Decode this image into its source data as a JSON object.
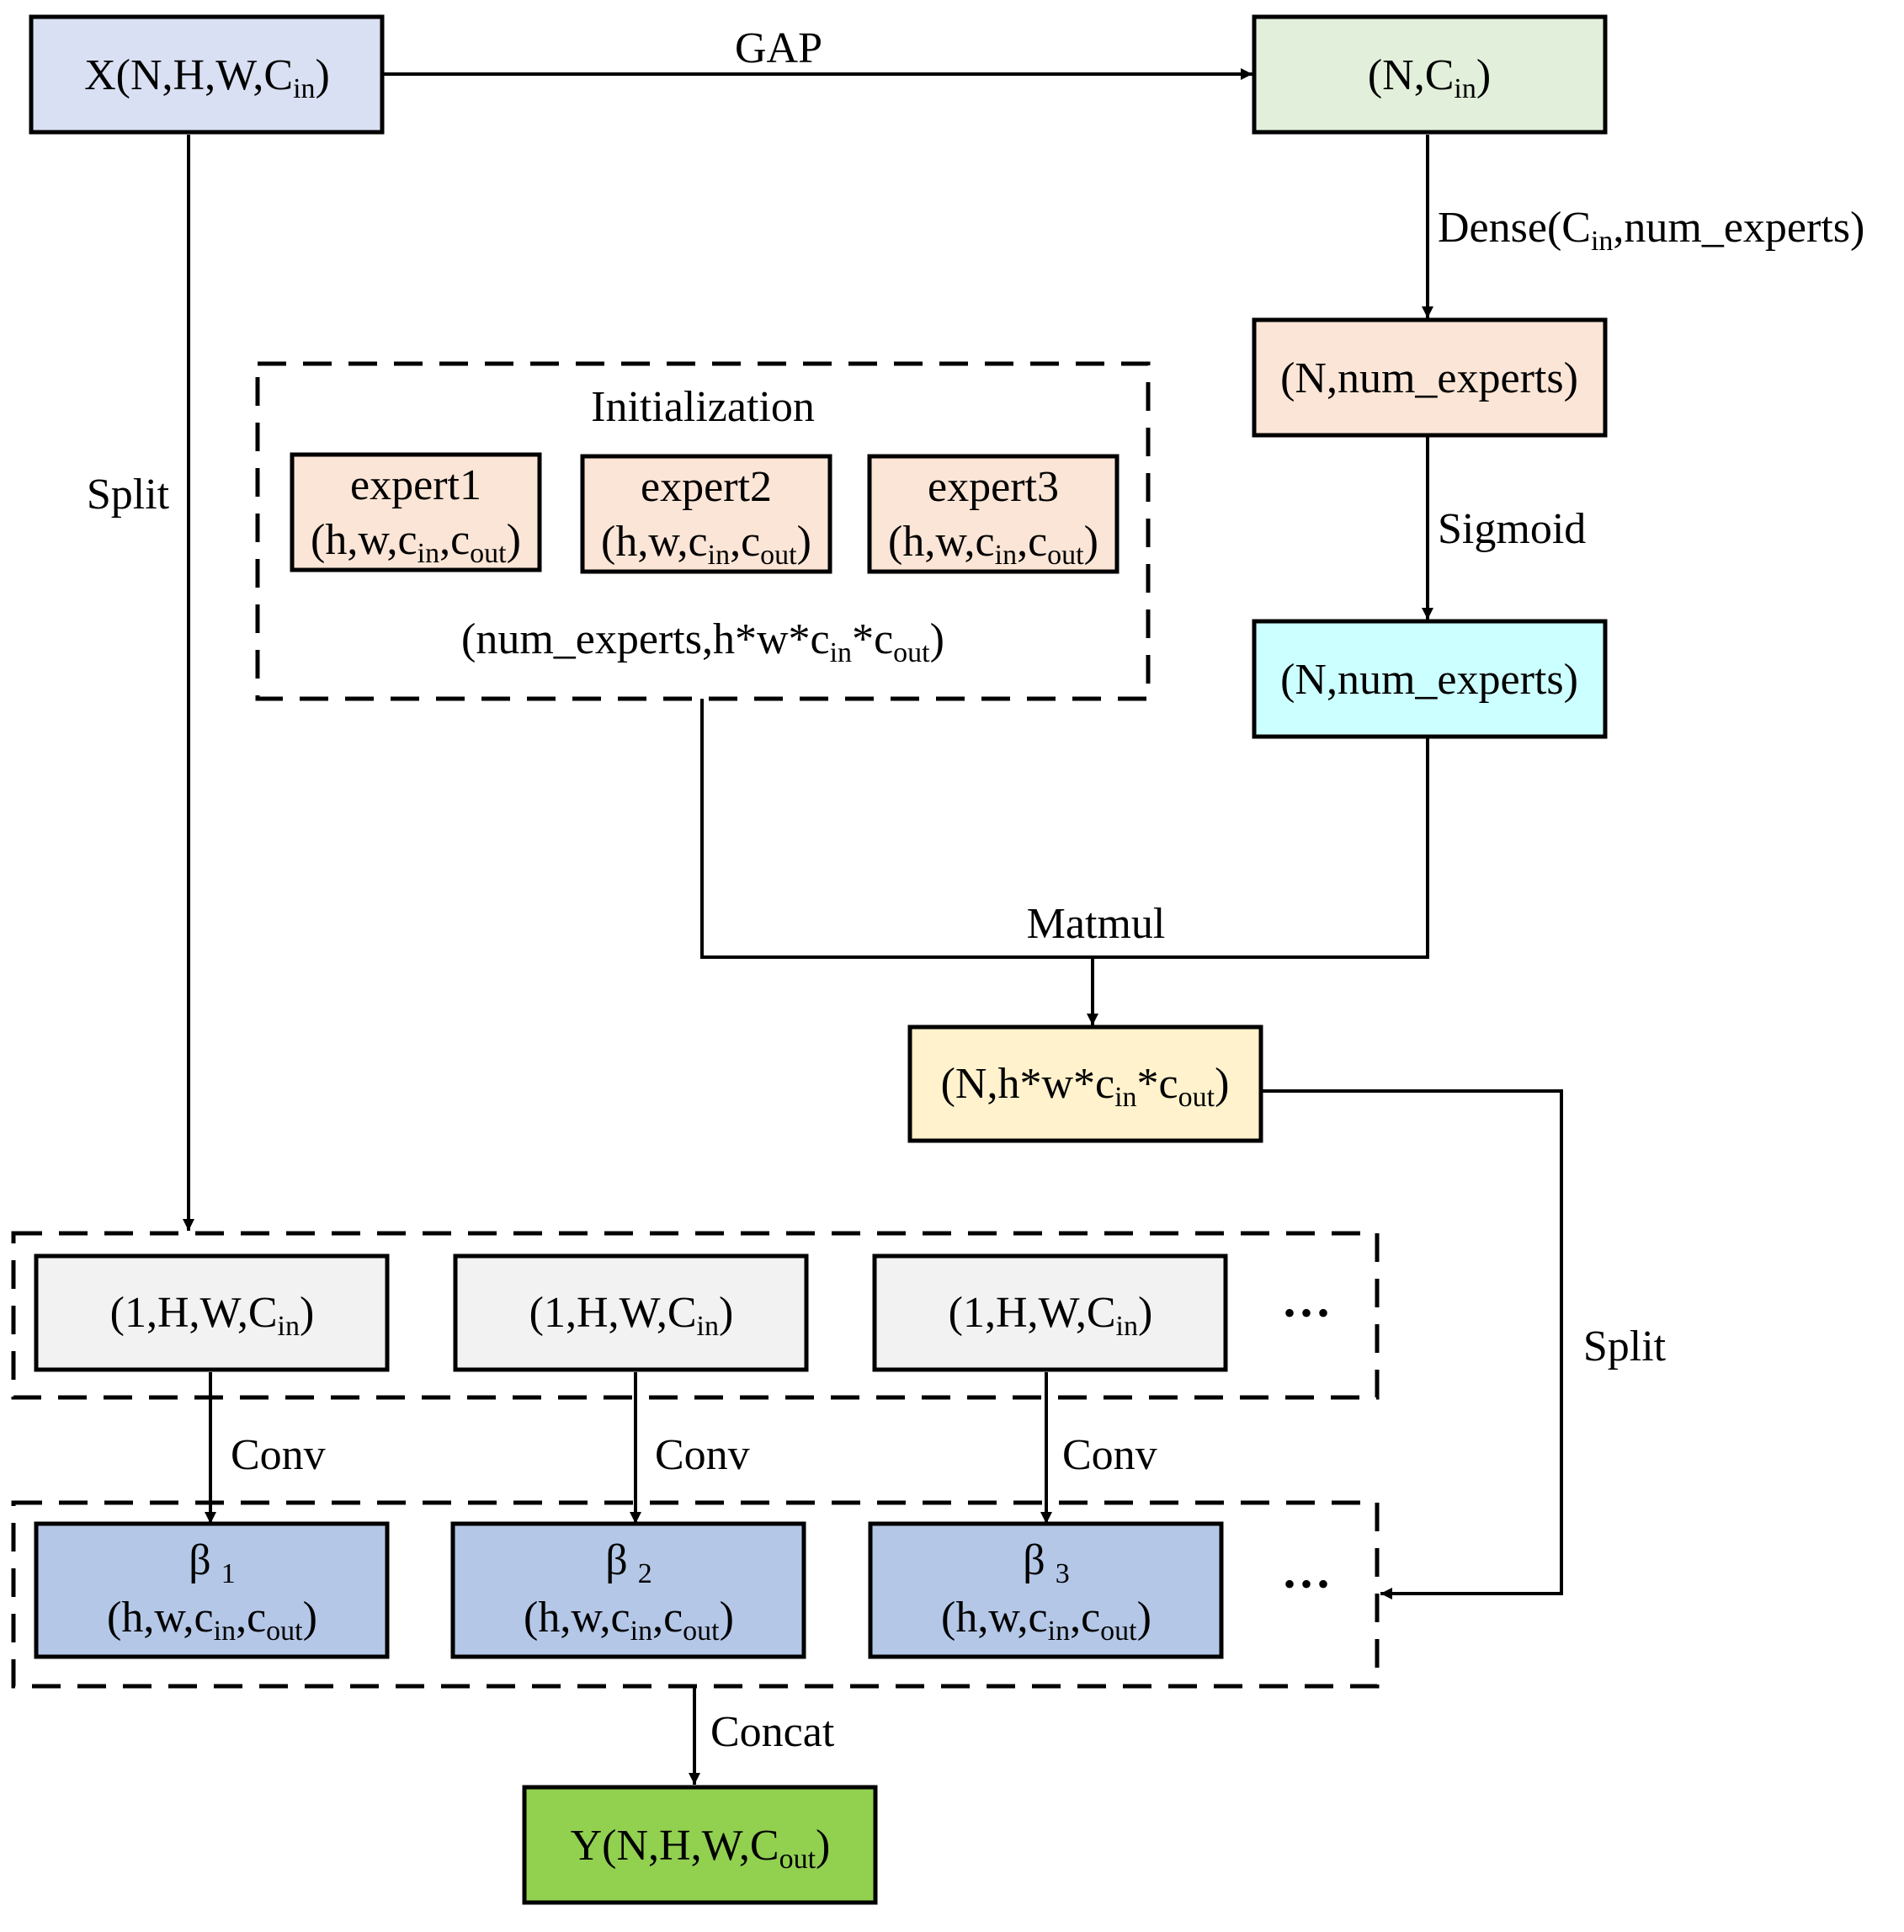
{
  "colors": {
    "x_input": "#dae0f3",
    "gap_out": "#e2efda",
    "dense_out": "#fbe5d6",
    "sigmoid_out": "#ccffff",
    "expert": "#fbe5d6",
    "matmul_out": "#fff2cc",
    "split_part": "#f2f2f2",
    "beta": "#b4c7e7",
    "output": "#92d050"
  },
  "nodes": {
    "x_input": {
      "base": "X(N,H,W,C",
      "sub": "in",
      "tail": ")"
    },
    "gap_out": {
      "base": "(N,C",
      "sub": "in",
      "tail": ")"
    },
    "dense_out": {
      "text": "(N,num_experts)"
    },
    "sigmoid_out": {
      "text": "(N,num_experts)"
    },
    "init_group": {
      "title": "Initialization",
      "shape_base": "(num_experts,h*w*c",
      "shape_sub": "in",
      "shape_mid": "*c",
      "shape_sub2": "out",
      "shape_tail": ")"
    },
    "experts": [
      {
        "name": "expert1",
        "p1": "(h,w,c",
        "s1": "in",
        "p2": ",c",
        "s2": "out",
        "p3": ")"
      },
      {
        "name": "expert2",
        "p1": "(h,w,c",
        "s1": "in",
        "p2": ",c",
        "s2": "out",
        "p3": ")"
      },
      {
        "name": "expert3",
        "p1": "(h,w,c",
        "s1": "in",
        "p2": ",c",
        "s2": "out",
        "p3": ")"
      }
    ],
    "matmul_out": {
      "p1": "(N,h*w*c",
      "s1": "in",
      "p2": "*c",
      "s2": "out",
      "p3": ")"
    },
    "split_parts": [
      {
        "base": "(1,H,W,C",
        "sub": "in",
        "tail": ")"
      },
      {
        "base": "(1,H,W,C",
        "sub": "in",
        "tail": ")"
      },
      {
        "base": "(1,H,W,C",
        "sub": "in",
        "tail": ")"
      }
    ],
    "betas": [
      {
        "sym": "β",
        "idx": "1",
        "p1": "(h,w,c",
        "s1": "in",
        "p2": ",c",
        "s2": "out",
        "p3": ")"
      },
      {
        "sym": "β",
        "idx": "2",
        "p1": "(h,w,c",
        "s1": "in",
        "p2": ",c",
        "s2": "out",
        "p3": ")"
      },
      {
        "sym": "β",
        "idx": "3",
        "p1": "(h,w,c",
        "s1": "in",
        "p2": ",c",
        "s2": "out",
        "p3": ")"
      }
    ],
    "ellipsis_top": "•••",
    "ellipsis_bottom": "•••",
    "output": {
      "base": "Y(N,H,W,C",
      "sub": "out",
      "tail": ")"
    }
  },
  "edges": {
    "gap": "GAP",
    "dense_base": "Dense(C",
    "dense_sub": "in",
    "dense_tail": ",num_experts)",
    "sigmoid": "Sigmoid",
    "split_left": "Split",
    "matmul": "Matmul",
    "split_right": "Split",
    "conv": [
      "Conv",
      "Conv",
      "Conv"
    ],
    "concat": "Concat"
  }
}
